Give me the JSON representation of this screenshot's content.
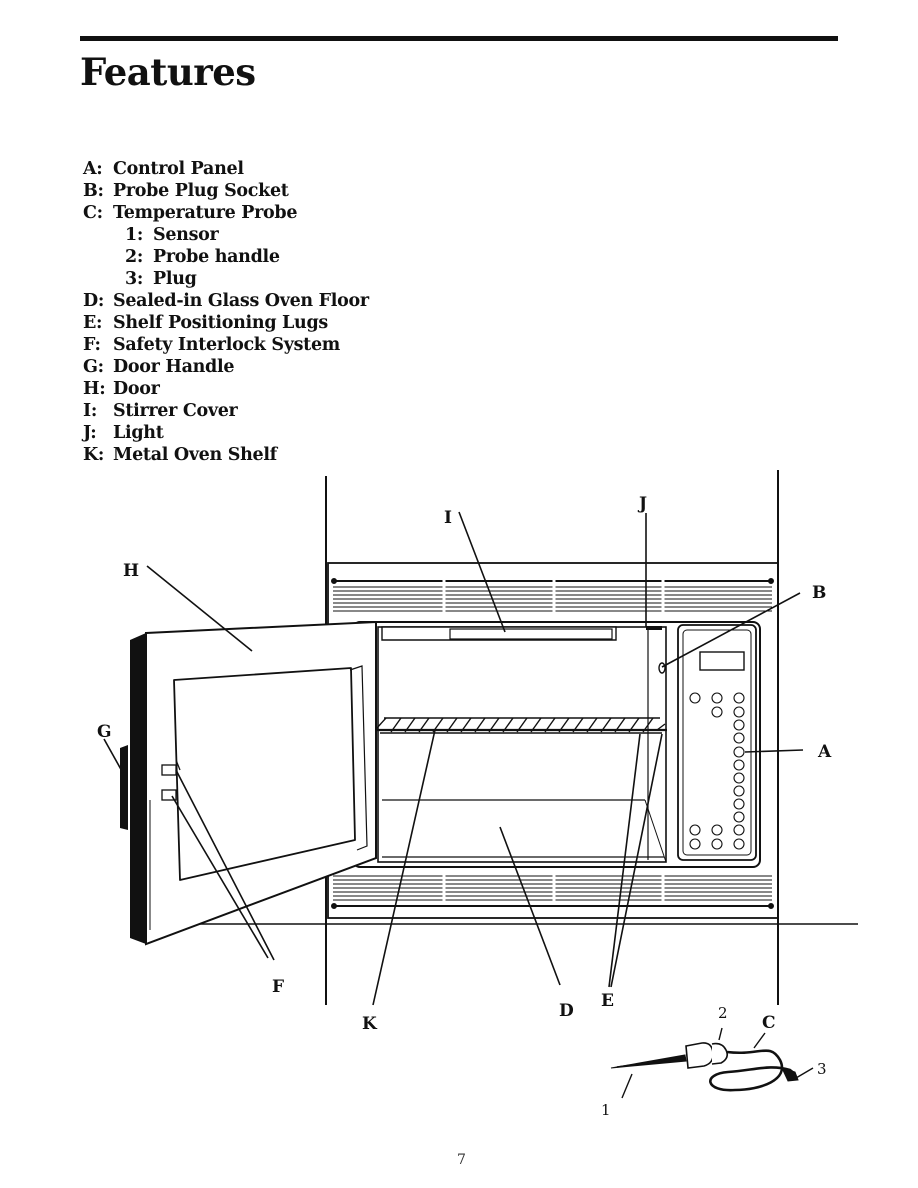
{
  "page": {
    "title": "Features",
    "page_number": "7"
  },
  "legend": [
    {
      "key": "A:",
      "label": "Control Panel",
      "indent": false
    },
    {
      "key": "B:",
      "label": "Probe Plug Socket",
      "indent": false
    },
    {
      "key": "C:",
      "label": "Temperature Probe",
      "indent": false
    },
    {
      "key": "1:",
      "label": "Sensor",
      "indent": true
    },
    {
      "key": "2:",
      "label": "Probe handle",
      "indent": true
    },
    {
      "key": "3:",
      "label": "Plug",
      "indent": true
    },
    {
      "key": "D:",
      "label": "Sealed-in Glass Oven Floor",
      "indent": false
    },
    {
      "key": "E:",
      "label": "Shelf Positioning Lugs",
      "indent": false
    },
    {
      "key": "F:",
      "label": "Safety Interlock System",
      "indent": false
    },
    {
      "key": "G:",
      "label": "Door Handle",
      "indent": false
    },
    {
      "key": "H:",
      "label": "Door",
      "indent": false
    },
    {
      "key": "I:",
      "label": "Stirrer Cover",
      "indent": false
    },
    {
      "key": "J:",
      "label": "Light",
      "indent": false
    },
    {
      "key": "K:",
      "label": "Metal Oven Shelf",
      "indent": false
    }
  ],
  "callouts": {
    "a": "A",
    "b": "B",
    "c": "C",
    "d": "D",
    "e": "E",
    "f": "F",
    "g": "G",
    "h": "H",
    "i": "I",
    "j": "J",
    "k": "K",
    "probe_1": "1",
    "probe_2": "2",
    "probe_3": "3"
  }
}
